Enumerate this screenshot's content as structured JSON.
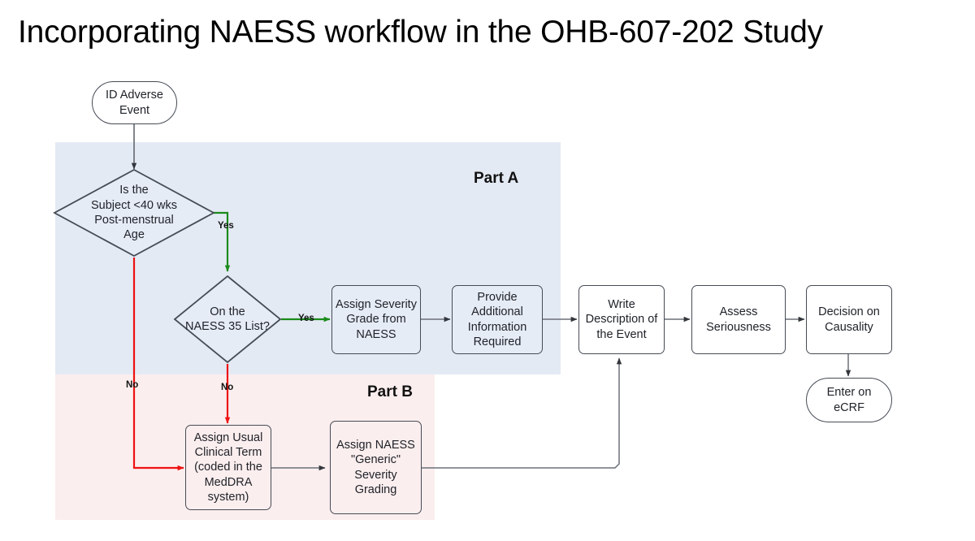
{
  "title": "Incorporating NAESS workflow in the OHB-607-202 Study",
  "bands": {
    "part_a": {
      "label": "Part A",
      "color": "#e4eaf4"
    },
    "part_b": {
      "label": "Part B",
      "color": "#fbeeee"
    }
  },
  "nodes": {
    "start": {
      "label": "ID Adverse Event",
      "shape": "terminal"
    },
    "decision_pma": {
      "line1": "Is the",
      "line2": "Subject <40 wks",
      "line3": "Post-menstrual",
      "line4": "Age",
      "shape": "decision"
    },
    "decision_naess35": {
      "line1": "On the",
      "line2": "NAESS 35 List?",
      "shape": "decision"
    },
    "assign_severity_naess": {
      "label": "Assign Severity Grade from NAESS",
      "shape": "process"
    },
    "provide_additional_info": {
      "label": "Provide Additional Information Required",
      "shape": "process"
    },
    "write_description": {
      "label": "Write Description of the Event",
      "shape": "process"
    },
    "assess_seriousness": {
      "label": "Assess Seriousness",
      "shape": "process"
    },
    "decision_causality": {
      "label": "Decision on Causality",
      "shape": "process"
    },
    "enter_ecrf": {
      "label": "Enter on eCRF",
      "shape": "terminal"
    },
    "assign_usual_clinical_term": {
      "label": "Assign Usual Clinical Term (coded in the MedDRA system)",
      "shape": "process"
    },
    "assign_generic_grading": {
      "label": "Assign NAESS \"Generic\" Severity Grading",
      "shape": "process"
    }
  },
  "edge_labels": {
    "yes_pma": "Yes",
    "no_pma": "No",
    "yes_naess35": "Yes",
    "no_naess35": "No"
  },
  "colors": {
    "yes_edge": "#1a8a1a",
    "no_edge": "#ee1111",
    "default_edge": "#5a5f66",
    "node_border": "#464c55",
    "text": "#20232a"
  }
}
